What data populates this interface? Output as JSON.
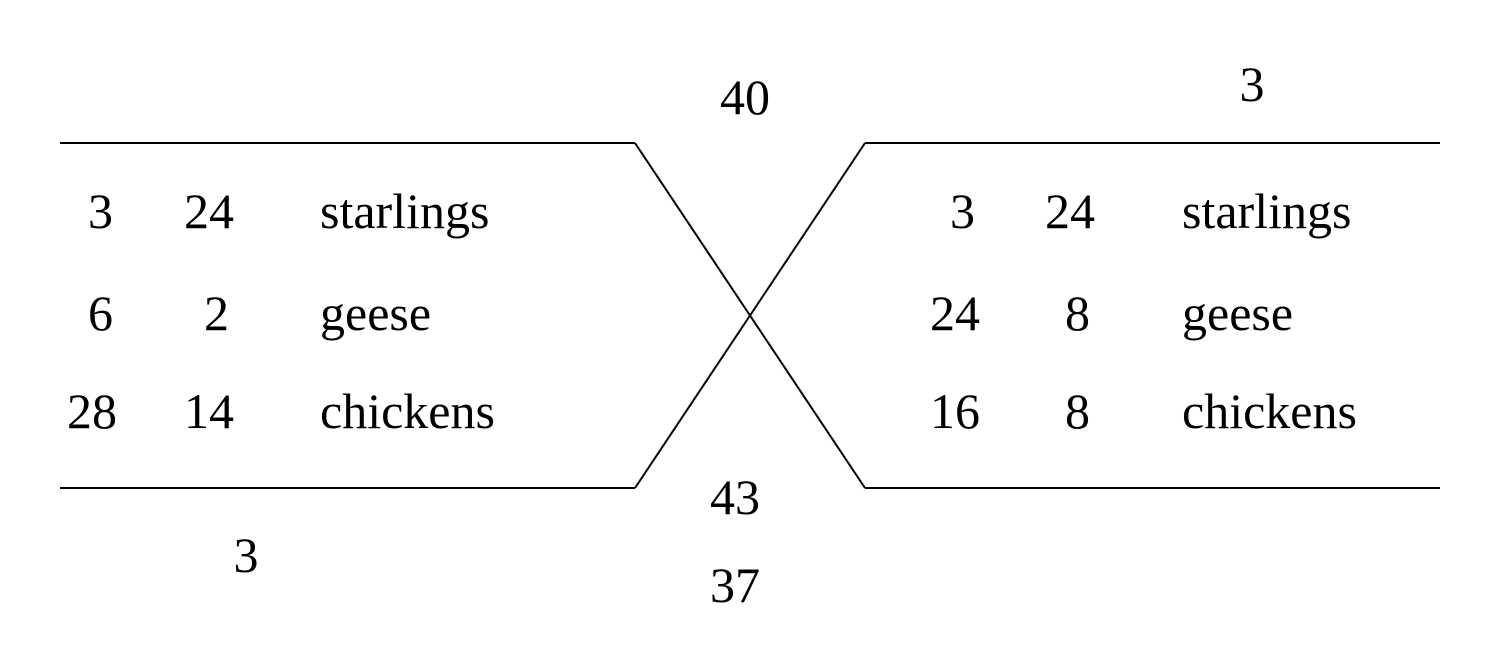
{
  "top_center": "40",
  "top_right": "3",
  "bottom_left": "3",
  "bottom_center": [
    "43",
    "37"
  ],
  "left_table": [
    {
      "a": "3",
      "b": "24",
      "label": "starlings"
    },
    {
      "a": "6",
      "b": "2",
      "label": "geese"
    },
    {
      "a": "28",
      "b": "14",
      "label": "chickens"
    }
  ],
  "right_table": [
    {
      "a": "3",
      "b": "24",
      "label": "starlings"
    },
    {
      "a": "24",
      "b": "8",
      "label": "geese"
    },
    {
      "a": "16",
      "b": "8",
      "label": "chickens"
    }
  ]
}
